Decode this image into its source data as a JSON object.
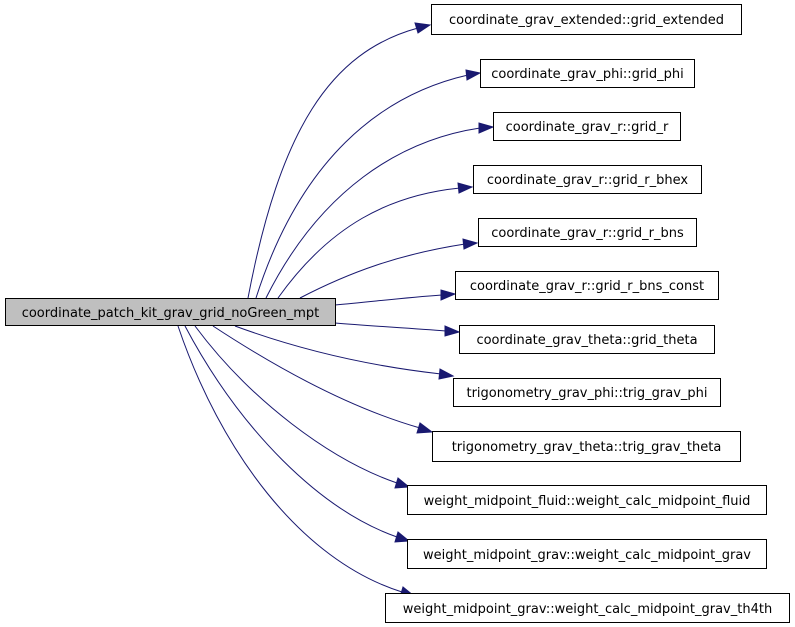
{
  "graph": {
    "edge_color": "#191970",
    "root_fill": "#bfbfbf",
    "node_fill": "#ffffff",
    "root": {
      "label": "coordinate_patch_kit_grav_grid_noGreen_mpt"
    },
    "callees": [
      {
        "label": "coordinate_grav_extended::grid_extended"
      },
      {
        "label": "coordinate_grav_phi::grid_phi"
      },
      {
        "label": "coordinate_grav_r::grid_r"
      },
      {
        "label": "coordinate_grav_r::grid_r_bhex"
      },
      {
        "label": "coordinate_grav_r::grid_r_bns"
      },
      {
        "label": "coordinate_grav_r::grid_r_bns_const"
      },
      {
        "label": "coordinate_grav_theta::grid_theta"
      },
      {
        "label": "trigonometry_grav_phi::trig_grav_phi"
      },
      {
        "label": "trigonometry_grav_theta::trig_grav_theta"
      },
      {
        "label": "weight_midpoint_fluid::weight_calc_midpoint_fluid"
      },
      {
        "label": "weight_midpoint_grav::weight_calc_midpoint_grav"
      },
      {
        "label": "weight_midpoint_grav::weight_calc_midpoint_grav_th4th"
      }
    ]
  }
}
